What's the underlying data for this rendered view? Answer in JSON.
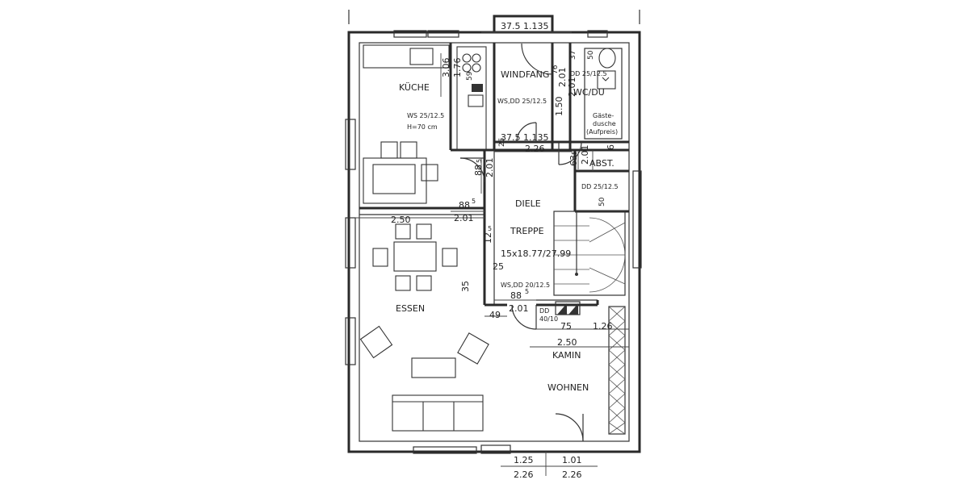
{
  "rooms": {
    "kueche": "KÜCHE",
    "windfang": "WINDFANG",
    "wc": "WC/DU",
    "diele": "DIELE",
    "treppe": "TREPPE",
    "essen": "ESSEN",
    "wohnen": "WOHNEN",
    "abst": "ABST.",
    "kamin": "KAMIN"
  },
  "notes": {
    "kueche_ws": "WS 25/12.5",
    "kueche_h": "H=70 cm",
    "windfang_ws": "WS,DD 25/12.5",
    "wc_dd": "DD 25/12.5",
    "guest_1": "Gäste-",
    "guest_2": "dusche",
    "guest_3": "(Aufpreis)",
    "abst_dd": "DD 25/12.5",
    "stair_spec": "15x18.77/27.99",
    "diele_ws": "WS,DD 20/12.5",
    "dd_1": "DD",
    "dd_2": "40/10"
  },
  "dimensions": {
    "d1": "37.5",
    "d2": "1.135",
    "d3": "3.06",
    "d4": "1.76",
    "d5": "59",
    "d6": "37.5",
    "d7": "1.135",
    "d8": "2.26",
    "d9": "2.01",
    "d10": "1.50",
    "d11": "2.01",
    "d12": "37",
    "d13": "50",
    "d14": "76",
    "d15": "88",
    "d16": "5",
    "d17": "2.01",
    "d18": "25",
    "d19": "63",
    "d20": "5",
    "d21": "2.01",
    "d22": "6",
    "d23": "88",
    "d24": "5",
    "d25": "2.01",
    "d26": "2.50",
    "d27": "12",
    "d28": "5",
    "d29": "50",
    "d30": "25",
    "d31": "35",
    "d32": "88",
    "d33": "5",
    "d34": "49",
    "d35": "2.01",
    "d36": "75",
    "d37": "1.26",
    "d38": "2.50",
    "d39": "1.25",
    "d40": "1.01",
    "d41": "2.26",
    "d42": "2.26"
  }
}
